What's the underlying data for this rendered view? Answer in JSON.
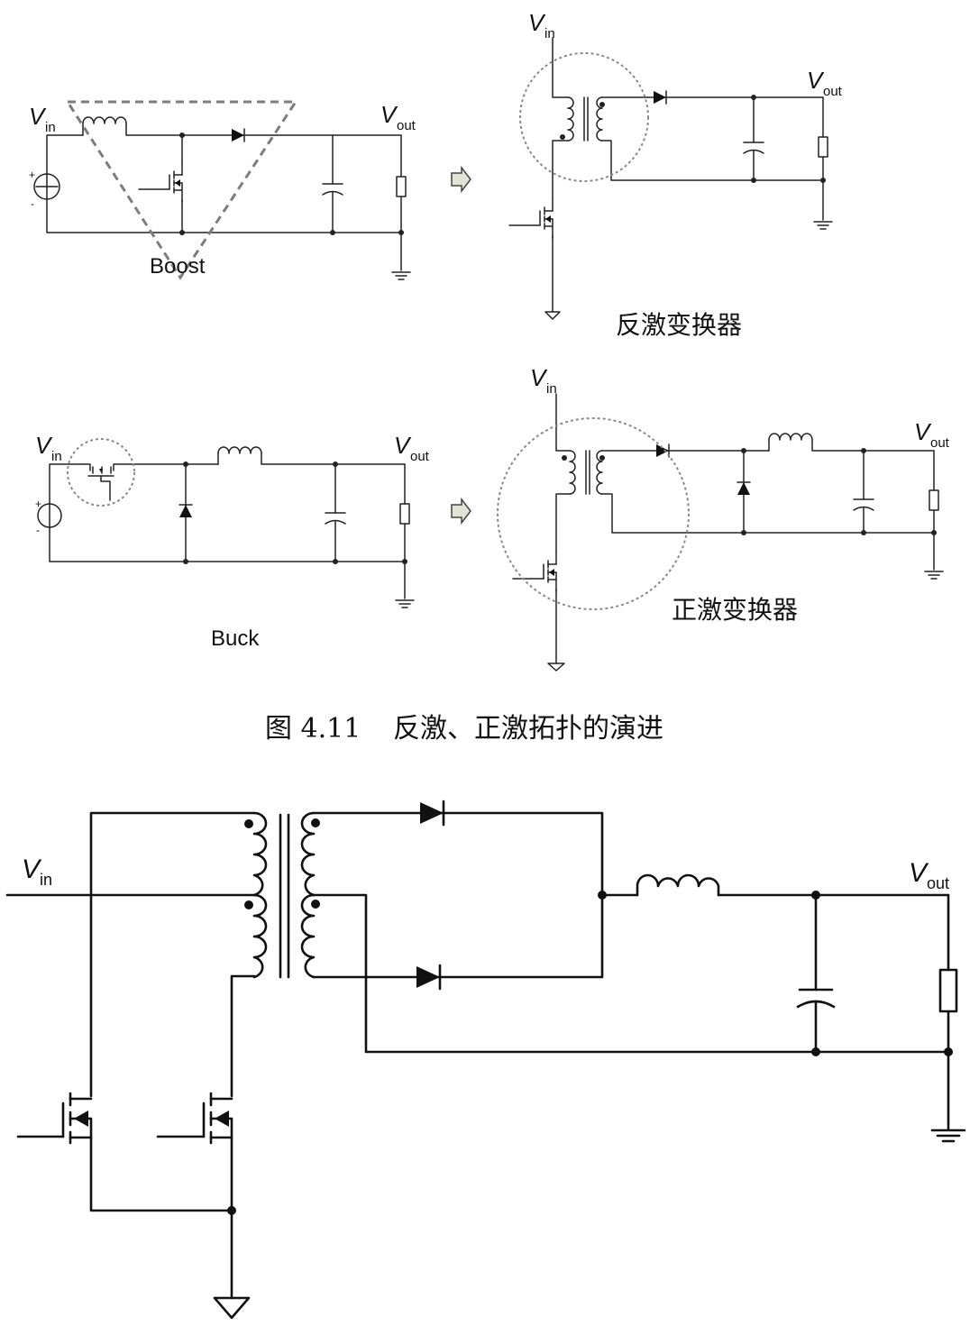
{
  "labels": {
    "v_symbol": "V",
    "v_in_sub": "in",
    "v_out_sub": "out",
    "boost": "Boost",
    "buck": "Buck",
    "flyback": "反激变换器",
    "forward": "正激变换器",
    "caption_num": "图 4.11",
    "caption_text": "反激、正激拓扑的演进",
    "plus": "+",
    "minus": "-"
  },
  "colors": {
    "wire": "#222222",
    "highlight": "#8a8a8a",
    "arrow_fill": "#e4e4d2"
  },
  "icons": [
    "inductor-icon",
    "diode-icon",
    "capacitor-icon",
    "resistor-icon",
    "mosfet-icon",
    "ground-icon",
    "voltage-source-icon",
    "transformer-icon",
    "arrow-right-icon"
  ]
}
